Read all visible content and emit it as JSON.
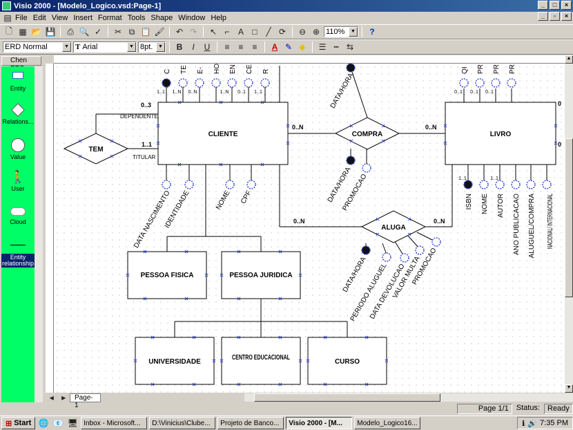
{
  "window": {
    "title": "Visio 2000 - [Modelo_Logico.vsd:Page-1]"
  },
  "menu": [
    "File",
    "Edit",
    "View",
    "Insert",
    "Format",
    "Tools",
    "Shape",
    "Window",
    "Help"
  ],
  "toolbar": {
    "zoom": "110%",
    "stencil_combo": "ERD Normal",
    "font": "Arial",
    "font_size": "8pt."
  },
  "stencil": {
    "title": "Chen ERD",
    "items": [
      {
        "label": "Entity",
        "icon": "entity-icon"
      },
      {
        "label": "Relations...",
        "icon": "relationship-icon"
      },
      {
        "label": "Value",
        "icon": "value-icon"
      },
      {
        "label": "User",
        "icon": "user-icon"
      },
      {
        "label": "Cloud",
        "icon": "cloud-icon"
      },
      {
        "label": "Entity relationship",
        "icon": "line-icon"
      }
    ]
  },
  "diagram": {
    "entities": {
      "cliente": "CLIENTE",
      "livro": "LIVRO",
      "pessoa_fisica": "PESSOA FISICA",
      "pessoa_juridica": "PESSOA JURIDICA",
      "universidade": "UNIVERSIDADE",
      "centro_educacional": "CENTRO EDUCACIONAL",
      "curso": "CURSO"
    },
    "relationships": {
      "tem": "TEM",
      "compra": "COMPRA",
      "aluga": "ALUGA"
    },
    "edge_labels": {
      "dependente": "DEPENDENTE",
      "titular": "TITULAR",
      "card_03": "0..3",
      "card_11": "1..1",
      "cli_compra": "0..N",
      "compra_livro": "0..N",
      "cli_aluga": "0..N",
      "aluga_livro": "0..N",
      "isbn_card": "1..1"
    },
    "cliente_top_attrs": [
      {
        "name": "C",
        "card": "1..1"
      },
      {
        "name": "TE",
        "card": "1..N"
      },
      {
        "name": "E-",
        "card": "0..N"
      },
      {
        "name": "HO",
        "card": ""
      },
      {
        "name": "EN",
        "card": "1..N"
      },
      {
        "name": "CE",
        "card": "0..1"
      },
      {
        "name": "R",
        "card": "1..1"
      }
    ],
    "cliente_bottom_attrs": [
      "DATA NASCIMENTO",
      "IDENTIDADE",
      "NOME",
      "CPF"
    ],
    "compra_attrs": [
      "DATA/HORA",
      "DATA/HORA",
      "PROMOCAO"
    ],
    "aluga_attrs": [
      "DATA/HORA",
      "PERIODO ALUGUEL",
      "DATA DEVOLUCAO",
      "VALOR MULTA",
      "PROMOCAO"
    ],
    "livro_top_attrs": [
      {
        "name": "QI",
        "card": "0..1"
      },
      {
        "name": "PR",
        "card": "0..1"
      },
      {
        "name": "PR",
        "card": "0..1"
      },
      {
        "name": "PR",
        "card": ""
      }
    ],
    "livro_bottom_attrs": [
      "ISBN",
      "NOME",
      "AUTOR",
      "ANO PUBLICACAO",
      "ALUGUEL/COMPRA",
      "NACIONAL/ INTERNACIONAL"
    ],
    "livro_right_labels": [
      "0",
      "0"
    ],
    "livro_nome_card": "1..1"
  },
  "page_tab": "Page-1",
  "status": {
    "page": "Page 1/1",
    "status_label": "Status:",
    "status_value": "Ready"
  },
  "taskbar": {
    "start": "Start",
    "tasks": [
      "Inbox - Microsoft...",
      "D:\\Vinicius\\Clube...",
      "Projeto de Banco...",
      "Visio 2000 - [M...",
      "Modelo_Logico16..."
    ],
    "clock": "7:35 PM"
  }
}
